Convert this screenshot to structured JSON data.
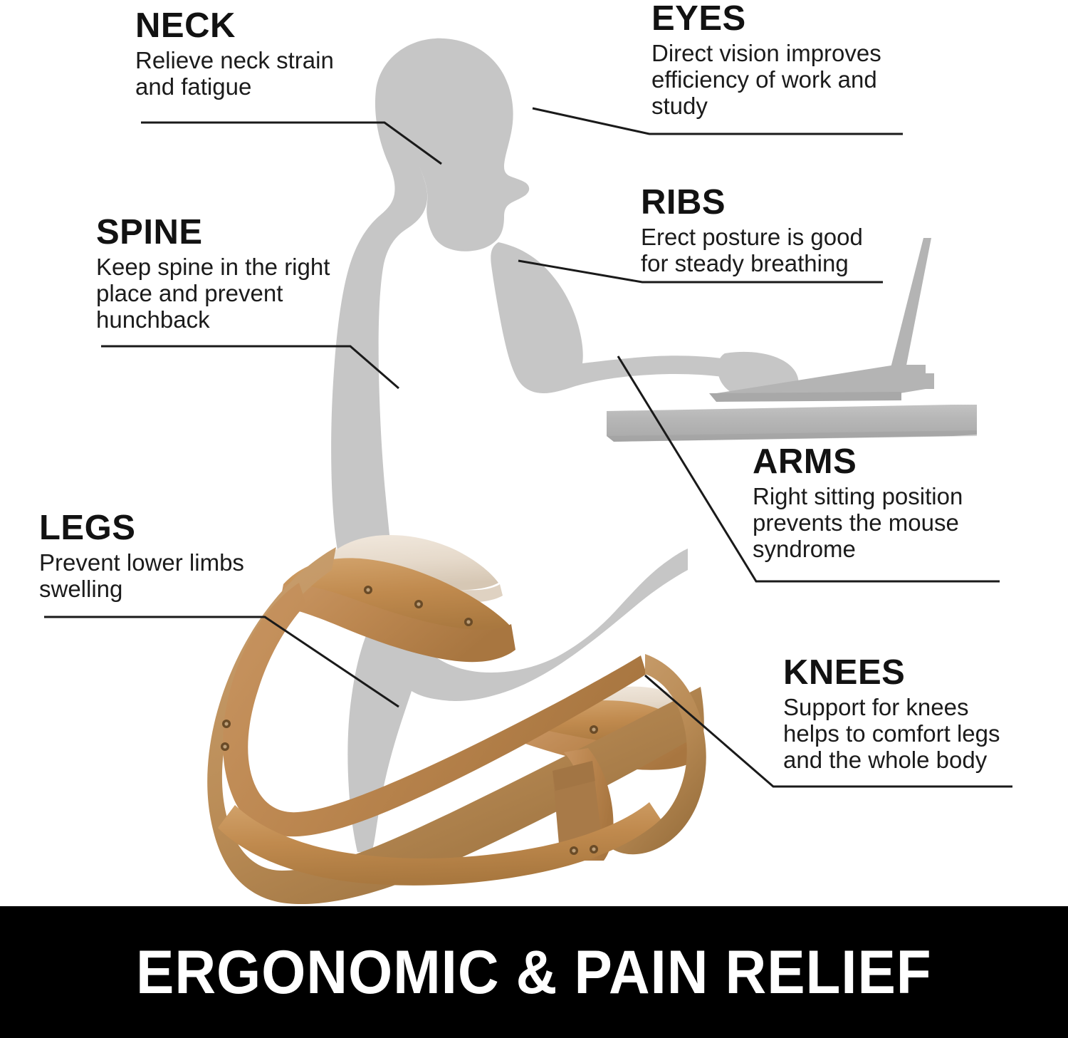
{
  "image": {
    "subject": "ergonomic kneeling rocking chair with seated person silhouette",
    "background_color": "#ffffff",
    "silhouette_color": "#c6c6c6",
    "wood_color": "#c08a4e",
    "cushion_color": "#e8ddd0",
    "banner_background": "#000000",
    "banner_text_color": "#ffffff",
    "leader_line_color": "#1a1a1a"
  },
  "callouts": [
    {
      "key": "neck",
      "title": "NECK",
      "body": "Relieve neck strain and fatigue",
      "body_lines": [
        "Relieve neck strain",
        "and fatigue"
      ],
      "side": "left"
    },
    {
      "key": "eyes",
      "title": "EYES",
      "body": "Direct vision improves efficiency of work and study",
      "body_lines": [
        "Direct vision improves",
        "efficiency of work and",
        "study"
      ],
      "side": "right"
    },
    {
      "key": "spine",
      "title": "SPINE",
      "body": "Keep spine in the right place and prevent hunchback",
      "body_lines": [
        "Keep spine in the right",
        "place and prevent",
        "hunchback"
      ],
      "side": "left"
    },
    {
      "key": "ribs",
      "title": "RIBS",
      "body": "Erect posture is good for steady breathing",
      "body_lines": [
        "Erect posture is good",
        "for steady breathing"
      ],
      "side": "right"
    },
    {
      "key": "arms",
      "title": "ARMS",
      "body": "Right sitting position prevents the mouse syndrome",
      "body_lines": [
        "Right sitting position",
        "prevents the mouse",
        "syndrome"
      ],
      "side": "right"
    },
    {
      "key": "legs",
      "title": "LEGS",
      "body": "Prevent lower limbs swelling",
      "body_lines": [
        "Prevent lower limbs",
        "swelling"
      ],
      "side": "left"
    },
    {
      "key": "knees",
      "title": "KNEES",
      "body": "Support for knees helps to comfort legs and the whole body",
      "body_lines": [
        "Support for knees",
        "helps to comfort legs",
        "and the whole body"
      ],
      "side": "right"
    }
  ],
  "banner": {
    "text": "ERGONOMIC & PAIN RELIEF"
  }
}
